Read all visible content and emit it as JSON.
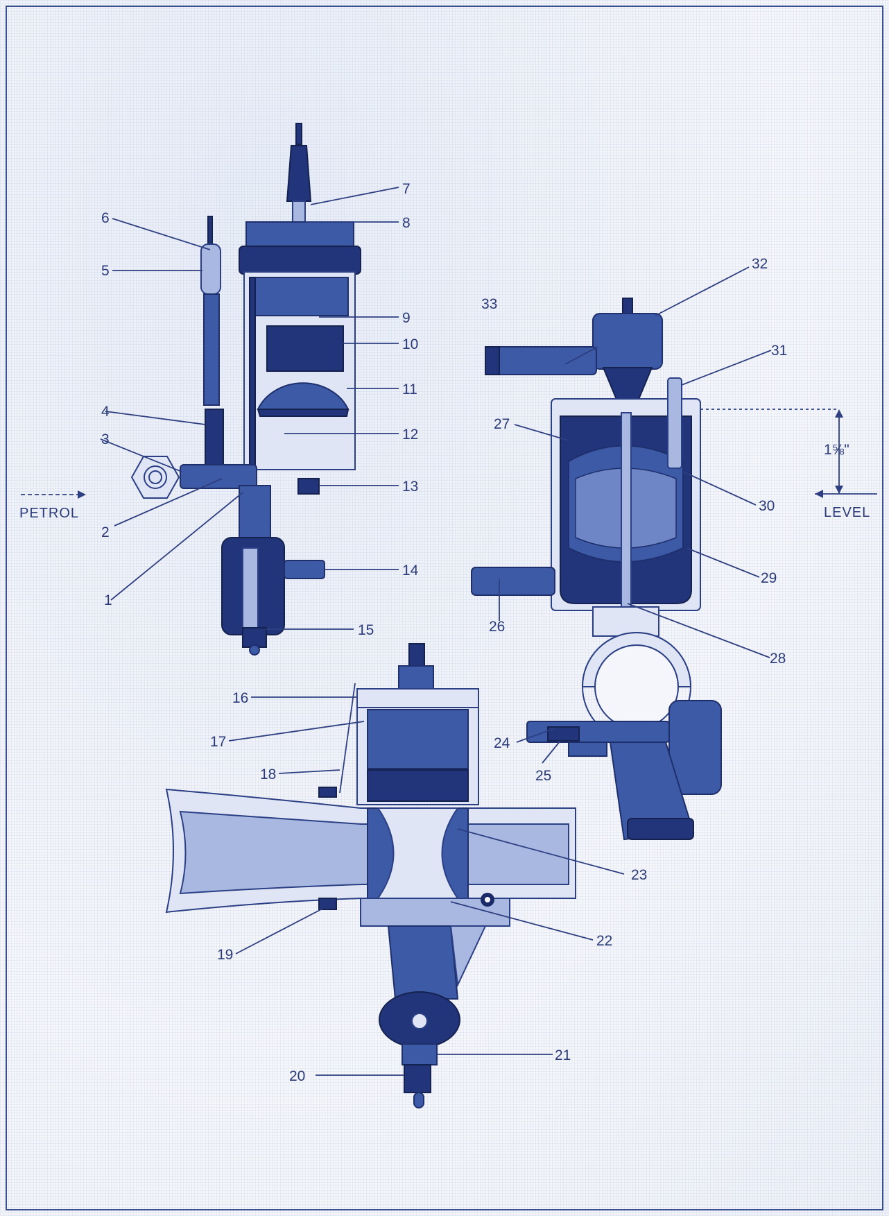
{
  "labels": {
    "l1": "1",
    "l2": "2",
    "l3": "3",
    "l4": "4",
    "l5": "5",
    "l6": "6",
    "l7": "7",
    "l8": "8",
    "l9": "9",
    "l10": "10",
    "l11": "11",
    "l12": "12",
    "l13": "13",
    "l14": "14",
    "l15": "15",
    "l16": "16",
    "l17": "17",
    "l18": "18",
    "l19": "19",
    "l20": "20",
    "l21": "21",
    "l22": "22",
    "l23": "23",
    "l24": "24",
    "l25": "25",
    "l26": "26",
    "l27": "27",
    "l28": "28",
    "l29": "29",
    "l30": "30",
    "l31": "31",
    "l32": "32",
    "l33": "33"
  },
  "annotations": {
    "petrol": "PETROL",
    "level": "LEVEL",
    "dimension": "1⅝\""
  },
  "colors": {
    "ink": "#2a3a78",
    "part_body": "#3c5aa6",
    "part_dark": "#22357a",
    "paper": "#f4f6fb"
  }
}
